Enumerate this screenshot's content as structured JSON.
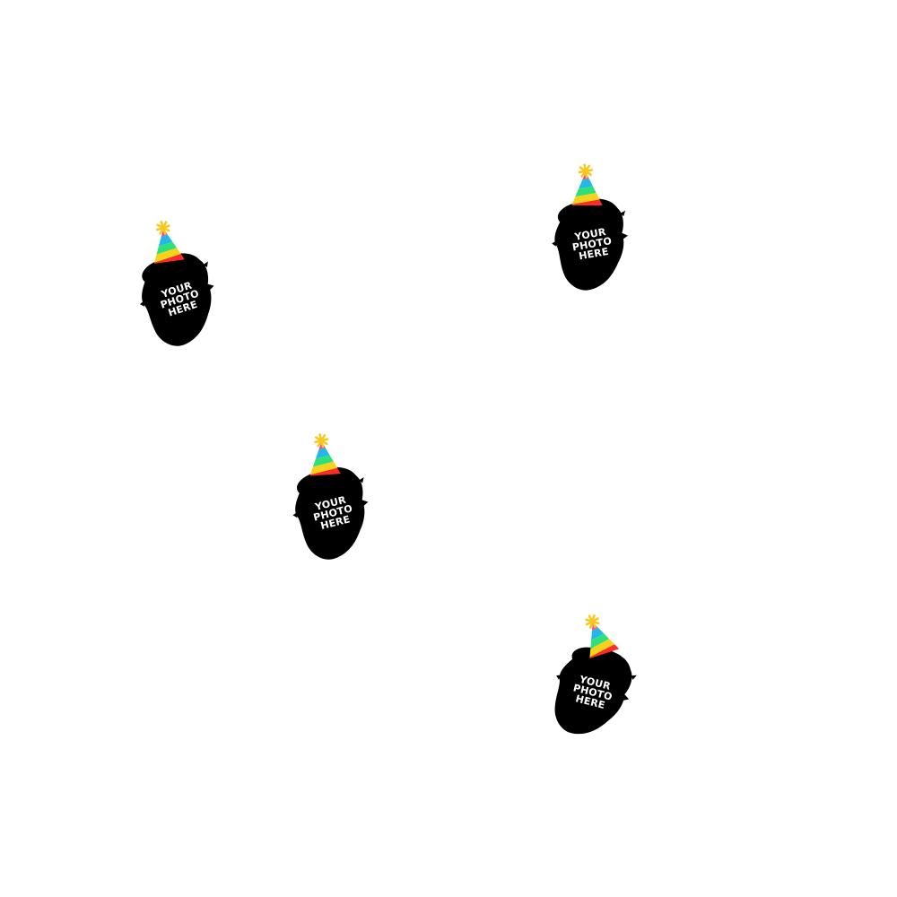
{
  "placeholder": {
    "line1": "YOUR",
    "line2": "PHOTO",
    "line3": "HERE"
  },
  "colors": {
    "background": "#ffffff",
    "silhouette": "#000000",
    "hat_stripes": [
      "#ec4d8f",
      "#25b6e8",
      "#2ee07a",
      "#f7d21b",
      "#ff2a2a"
    ],
    "pompom": "#f7c71a"
  },
  "icons": [
    "party-hat-icon",
    "head-silhouette-icon"
  ]
}
